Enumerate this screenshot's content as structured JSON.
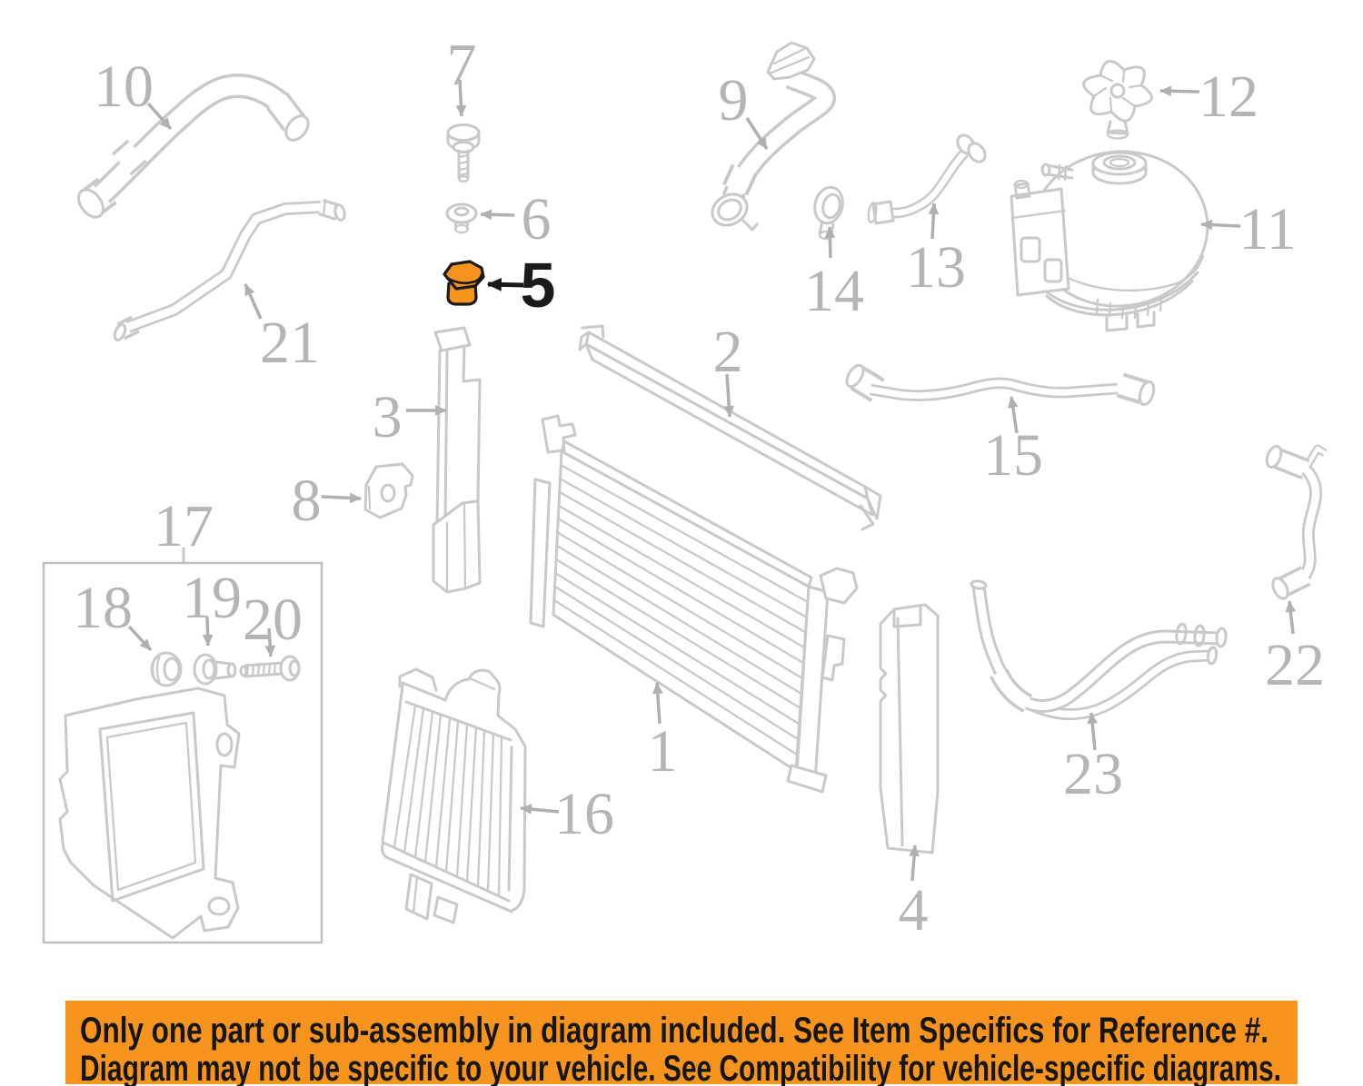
{
  "diagram": {
    "type": "auto-parts-exploded-diagram",
    "subject": "radiator and cooling system components",
    "line_color": "#c9c9c9",
    "label_color": "#b5b5b5",
    "highlight": {
      "part": "5",
      "color": "#f7941e",
      "arrow_color": "#1a1a1a"
    },
    "labels": {
      "1": "1",
      "2": "2",
      "3": "3",
      "4": "4",
      "5": "5",
      "6": "6",
      "7": "7",
      "8": "8",
      "9": "9",
      "10": "10",
      "11": "11",
      "12": "12",
      "13": "13",
      "14": "14",
      "15": "15",
      "16": "16",
      "17": "17",
      "18": "18",
      "19": "19",
      "20": "20",
      "21": "21",
      "22": "22",
      "23": "23"
    }
  },
  "banner": {
    "bg_color": "#f7941e",
    "text_color": "#161616",
    "line1": "Only one part or sub-assembly in diagram included. See Item Specifics for Reference #.",
    "line2": "Diagram may not be specific to your vehicle. See Compatibility for vehicle-specific diagrams."
  }
}
